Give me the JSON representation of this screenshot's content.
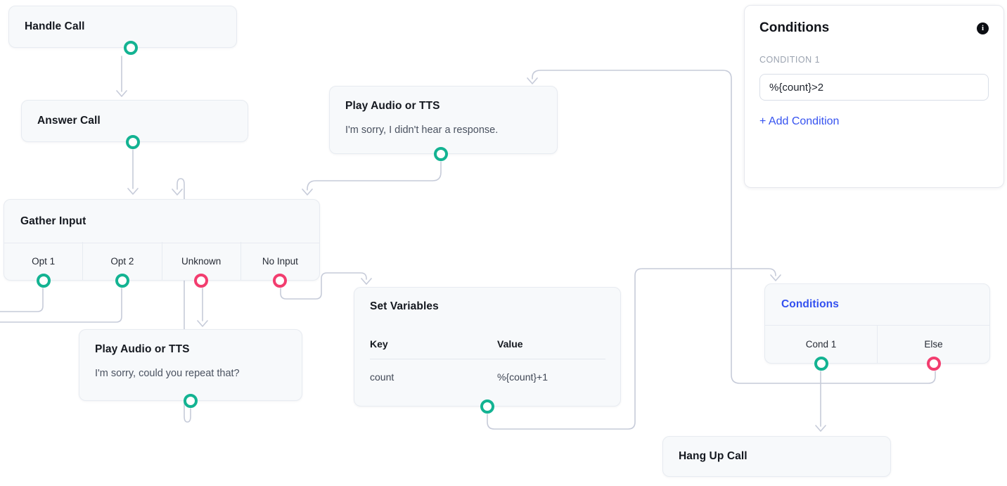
{
  "nodes": {
    "handle_call": {
      "title": "Handle Call"
    },
    "answer_call": {
      "title": "Answer Call"
    },
    "play_audio_top": {
      "title": "Play Audio or TTS",
      "body": "I'm sorry, I didn't hear a response."
    },
    "gather_input": {
      "title": "Gather Input",
      "options": [
        {
          "label": "Opt 1",
          "port": "success"
        },
        {
          "label": "Opt 2",
          "port": "success"
        },
        {
          "label": "Unknown",
          "port": "fail"
        },
        {
          "label": "No Input",
          "port": "fail"
        }
      ]
    },
    "play_audio_bottom": {
      "title": "Play Audio or TTS",
      "body": "I'm sorry, could you repeat that?"
    },
    "set_variables": {
      "title": "Set Variables",
      "columns": {
        "key": "Key",
        "value": "Value"
      },
      "rows": [
        {
          "key": "count",
          "value": "%{count}+1"
        }
      ]
    },
    "conditions": {
      "title": "Conditions",
      "options": [
        {
          "label": "Cond 1",
          "port": "success"
        },
        {
          "label": "Else",
          "port": "fail"
        }
      ]
    },
    "hang_up": {
      "title": "Hang Up Call"
    }
  },
  "panel": {
    "title": "Conditions",
    "info_glyph": "i",
    "condition_label": "CONDITION 1",
    "condition_value": "%{count}>2",
    "add_condition": "+ Add Condition"
  },
  "colors": {
    "port_success": "#13b392",
    "port_fail": "#f23d6f",
    "edge": "#c6cbd9",
    "node_bg": "#f7f9fb",
    "node_border": "#e7ebf1",
    "selected_title_blue": "#3350f0",
    "add_condition_blue": "#3653f0"
  }
}
